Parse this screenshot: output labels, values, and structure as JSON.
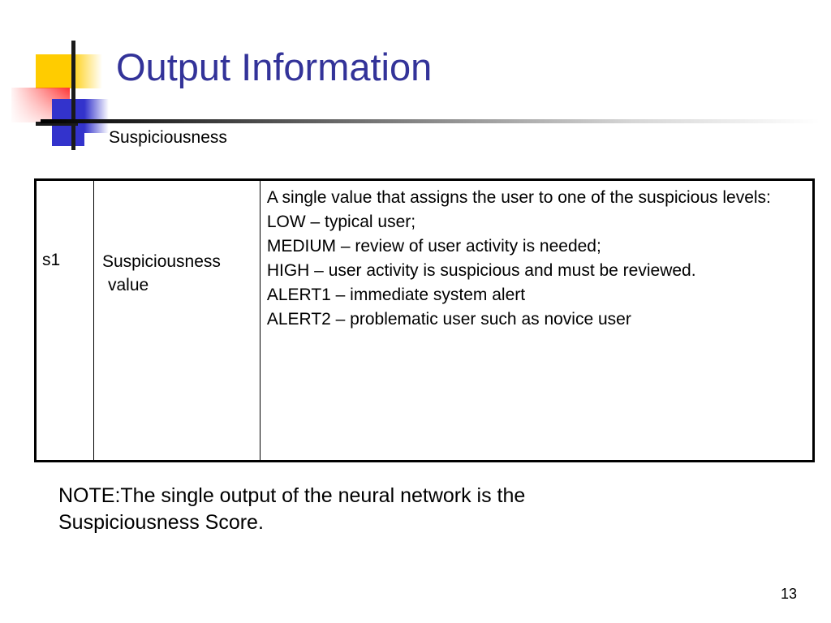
{
  "slide": {
    "title": "Output Information",
    "subtitle": "Suspiciousness",
    "page_number": "13",
    "accent_color": "#333399",
    "deco_yellow": "#ffcc00",
    "deco_red": "#ff3333",
    "deco_blue": "#3333cc",
    "deco_rule": "#000000"
  },
  "table": {
    "row": {
      "id": "s1",
      "name_line1": "Suspiciousness",
      "name_line2": "value",
      "description_lines": [
        " A single value that assigns the user to one of the suspicious levels:",
        " LOW – typical user;",
        " MEDIUM – review of user activity is needed;",
        " HIGH – user activity is suspicious and must be reviewed.",
        " ALERT1 – immediate system alert",
        " ALERT2 – problematic user such as novice user"
      ]
    }
  },
  "note": {
    "line1": "NOTE:The single output of the neural network is the",
    "line2": "Suspiciousness Score."
  }
}
